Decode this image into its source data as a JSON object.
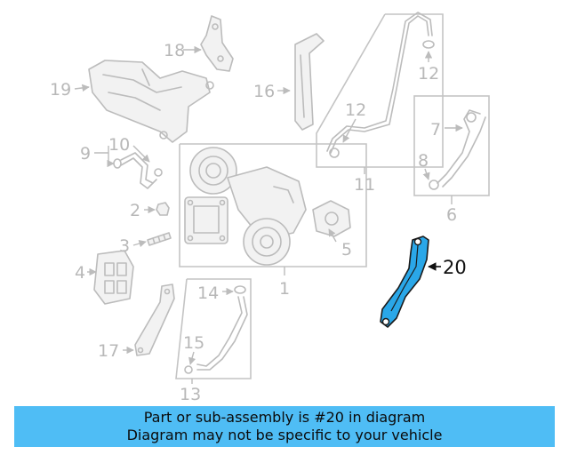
{
  "diagram": {
    "labels": {
      "l1": "1",
      "l2": "2",
      "l3": "3",
      "l4": "4",
      "l5": "5",
      "l6": "6",
      "l7": "7",
      "l8": "8",
      "l9": "9",
      "l10": "10",
      "l11": "11",
      "l12a": "12",
      "l12b": "12",
      "l13": "13",
      "l14": "14",
      "l15": "15",
      "l16": "16",
      "l17": "17",
      "l18": "18",
      "l19": "19",
      "l20": "20"
    },
    "highlight_color": "#2aa7e8",
    "part_color": "#bcbcbc"
  },
  "banner": {
    "line1": "Part or sub-assembly is #20 in diagram",
    "line2": "Diagram may not be specific to your vehicle",
    "background": "#4fbdf5"
  }
}
